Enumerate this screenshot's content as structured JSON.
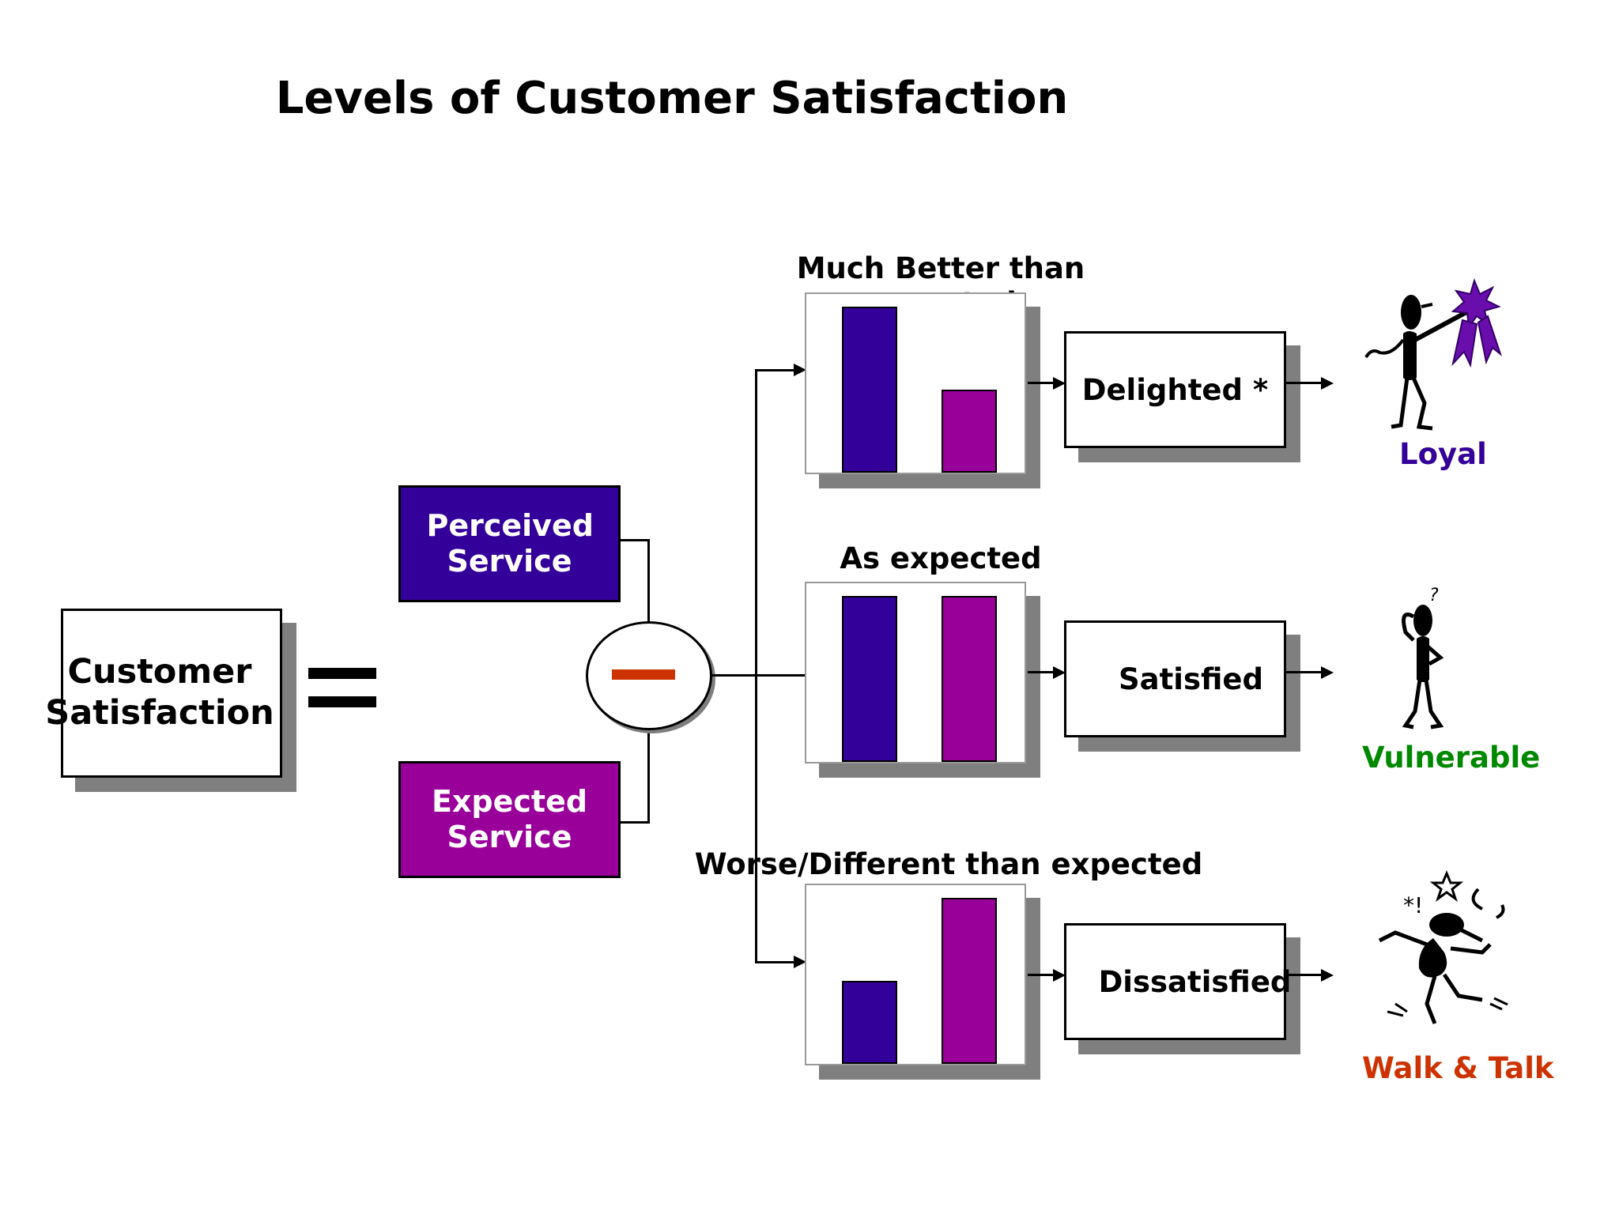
{
  "title": "Levels of Customer Satisfaction",
  "formula": {
    "result_label": "Customer Satisfaction",
    "operator_equals": "=",
    "operator_minus": "−",
    "perceived_label": "Perceived Service",
    "expected_label": "Expected Service"
  },
  "scenarios": [
    {
      "chart_label": "Much Better than expected",
      "perceived_level": 1.0,
      "expected_level": 0.5,
      "result": "Delighted *",
      "outcome": "Loyal",
      "outcome_color": "#330099",
      "figure_icon": "celebrating-figure-with-ribbon-icon"
    },
    {
      "chart_label": "As expected",
      "perceived_level": 1.0,
      "expected_level": 1.0,
      "result": "Satisfied",
      "outcome": "Vulnerable",
      "outcome_color": "#008800",
      "figure_icon": "puzzled-figure-icon"
    },
    {
      "chart_label": "Worse/Different than expected",
      "perceived_level": 0.5,
      "expected_level": 1.0,
      "result": "Dissatisfied",
      "outcome": "Walk & Talk",
      "outcome_color": "#cc3300",
      "figure_icon": "angry-figure-icon"
    }
  ],
  "colors": {
    "perceived": "#330099",
    "expected": "#990099",
    "minus": "#cc3300",
    "shadow": "#7f7f7f"
  }
}
